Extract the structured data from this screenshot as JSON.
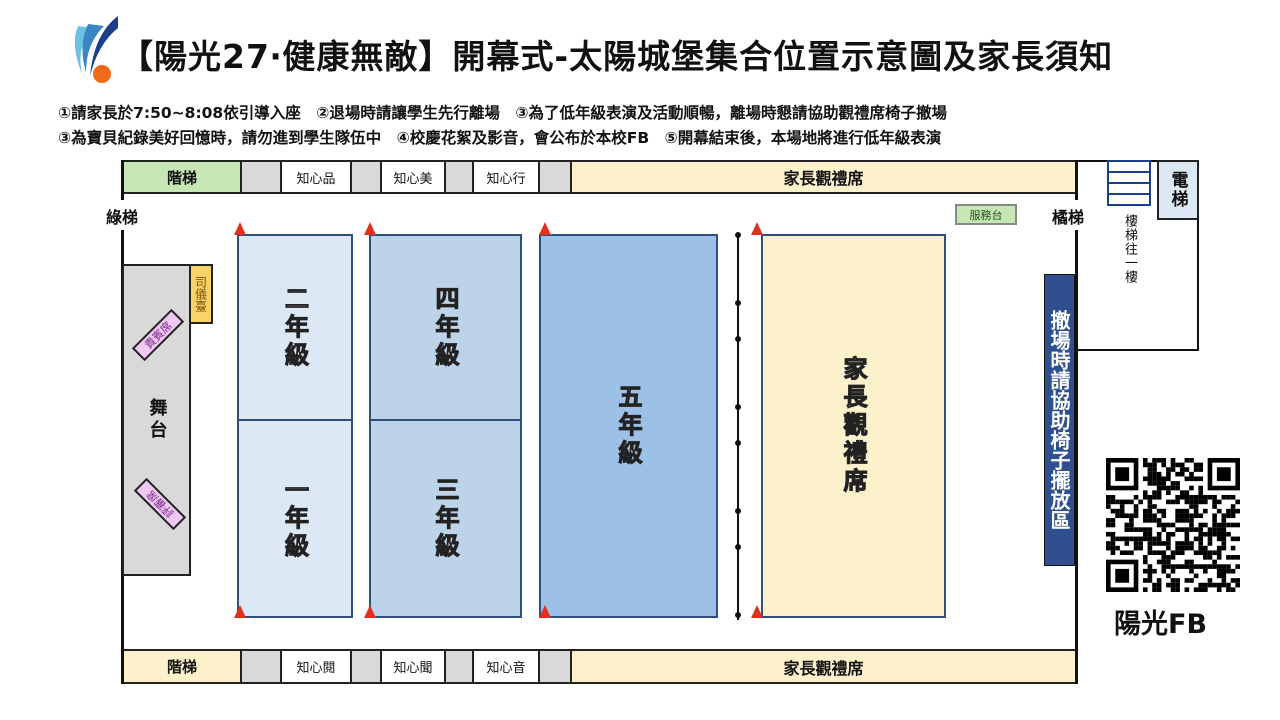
{
  "header": {
    "title": "【陽光27‧健康無敵】開幕式-太陽城堡集合位置示意圖及家長須知",
    "logo": "school-logo"
  },
  "notes": [
    "①請家長於7:50~8:08依引導入座　②退場時請讓學生先行離場　③為了低年級表演及活動順暢，離場時懇請協助觀禮席椅子撤場",
    "③為寶貝紀錄美好回憶時，請勿進到學生隊伍中　④校慶花絮及影音，會公布於本校FB　⑤開幕結束後，本場地將進行低年級表演"
  ],
  "top_row": {
    "stairs": "階梯",
    "b1": "知心品",
    "b2": "知心美",
    "b3": "知心行",
    "parents": "家長觀禮席"
  },
  "bottom_row": {
    "stairs": "階梯",
    "b1": "知心閱",
    "b2": "知心聞",
    "b3": "知心音",
    "parents": "家長觀禮席"
  },
  "labels": {
    "green_stairs": "綠梯",
    "orange_stairs": "橘梯",
    "stage": "舞台",
    "mc": "司儀臺",
    "vip": "貴賓席",
    "judges": "評審席",
    "service": "服務台",
    "elevator": "電梯",
    "stairs_down": "樓梯往一樓",
    "chair_area": "撤場時請協助椅子擺放區",
    "fb": "陽光FB"
  },
  "areas": {
    "g2": "二年級",
    "g1": "一年級",
    "g4": "四年級",
    "g3": "三年級",
    "g5": "五年級",
    "parents": "家長觀禮席"
  },
  "colors": {
    "light_blue": "#dde8f5",
    "mid_blue": "#bdd3ea",
    "blue": "#9dc1e6",
    "cream": "#fdf1cc",
    "green": "#c6e6b4",
    "navy": "#2f4f8f"
  }
}
